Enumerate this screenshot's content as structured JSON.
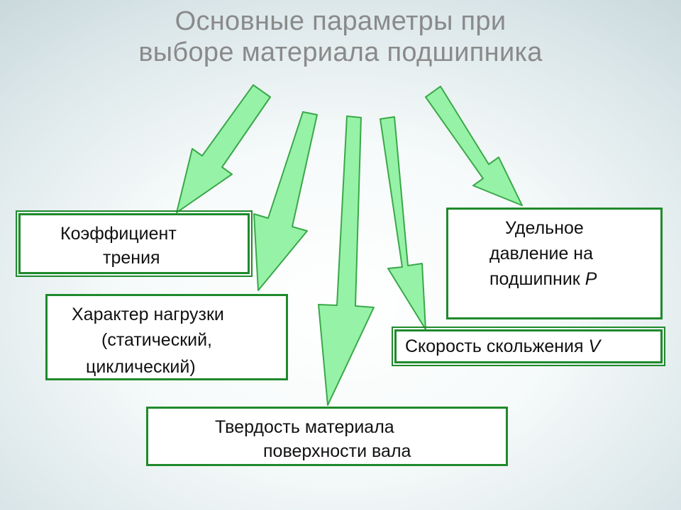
{
  "title": {
    "line1": "Основные параметры при",
    "line2": "выборе материала подшипника"
  },
  "boxes": {
    "friction": {
      "line1": "Коэффициент",
      "line2": "трения"
    },
    "load": {
      "line1": "Характер нагрузки",
      "line2": "(статический,",
      "line3": "циклический)"
    },
    "hardness": {
      "line1": "Твердость материала",
      "line2": "поверхности вала"
    },
    "speed": {
      "text": "Скорость скольжения",
      "var": "V"
    },
    "pressure": {
      "line1": "Удельное",
      "line2": "давление на",
      "line3": "подшипник",
      "var": "P"
    }
  },
  "colors": {
    "arrow_fill": "#96f2a6",
    "arrow_stroke": "#3aa84a",
    "box_border": "#1f8a2c",
    "title_text": "#8a8a8a"
  }
}
